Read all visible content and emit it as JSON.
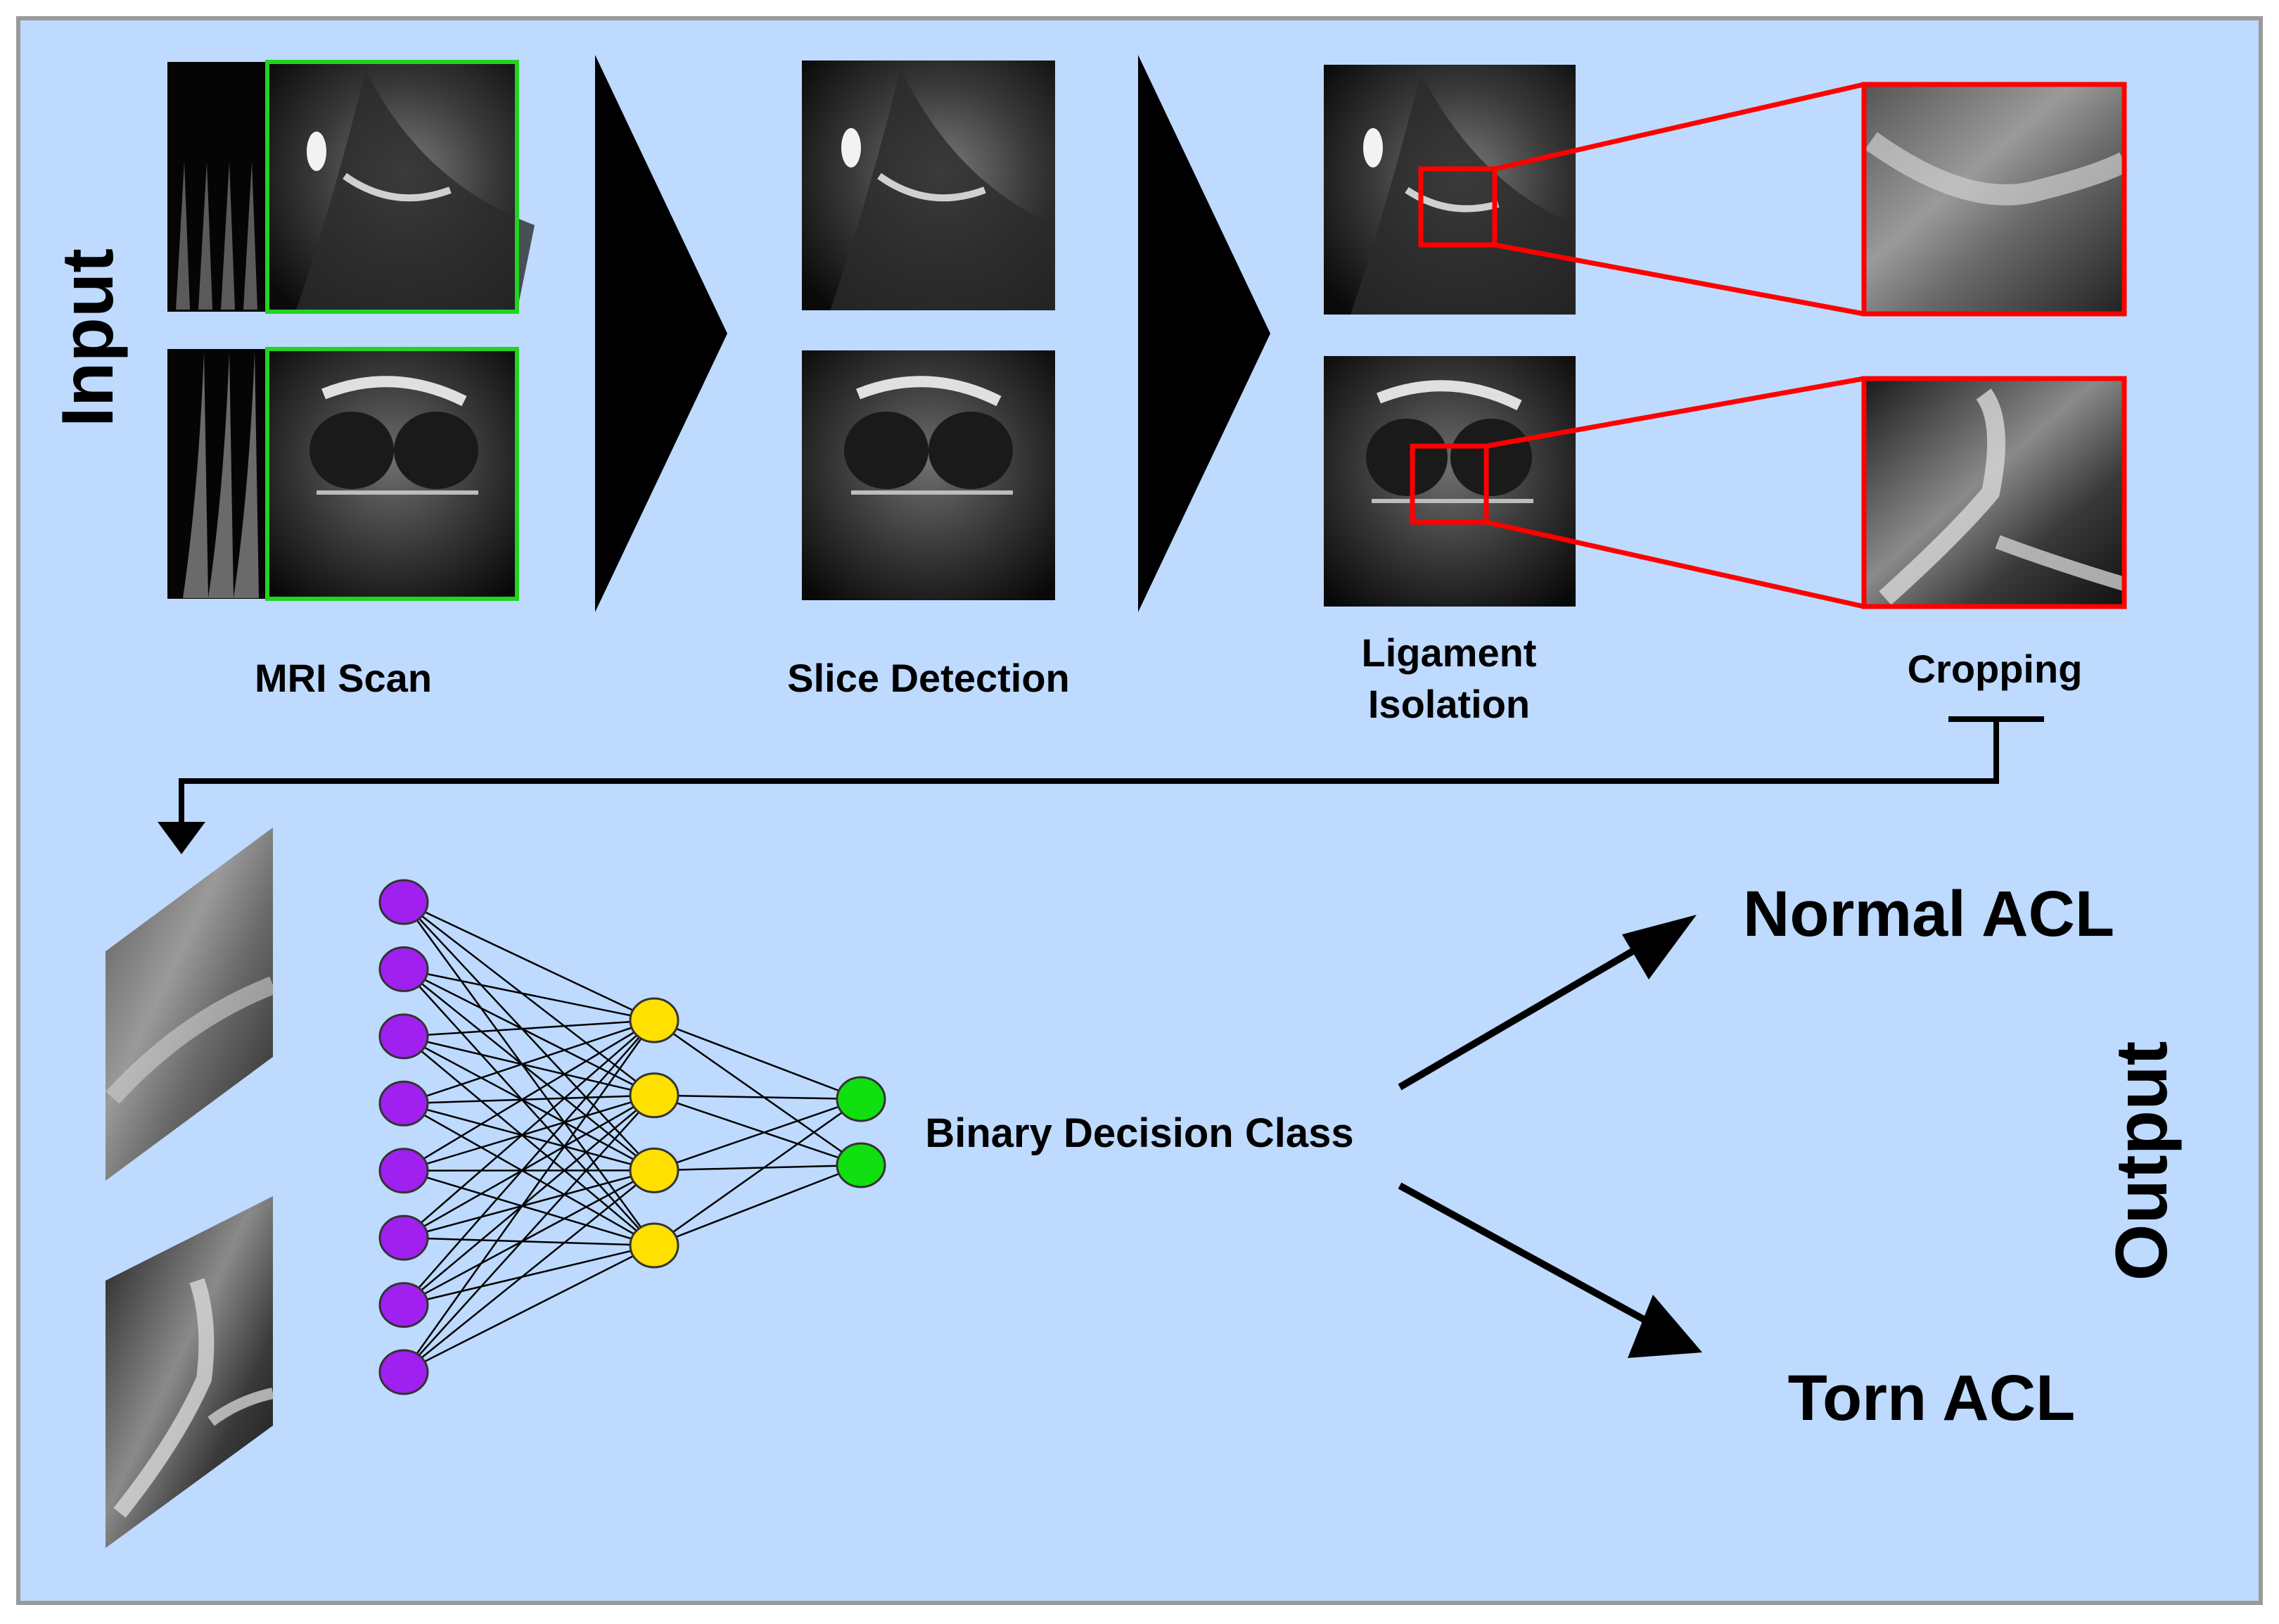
{
  "labels": {
    "input": "Input",
    "output": "Output",
    "mri_scan": "MRI Scan",
    "slice_detection": "Slice Detection",
    "ligament_line1": "Ligament",
    "ligament_line2": "Isolation",
    "cropping": "Cropping",
    "binary_decision": "Binary Decision Class",
    "normal_acl": "Normal ACL",
    "torn_acl": "Torn ACL"
  },
  "network": {
    "layers": [
      {
        "nodes": 8,
        "color": "#a020f0"
      },
      {
        "nodes": 4,
        "color": "#ffe000"
      },
      {
        "nodes": 2,
        "color": "#10e010"
      }
    ]
  },
  "colors": {
    "panel_background": "#bedaff",
    "selection_frame": "#22d322",
    "crop_frame": "#ff0000",
    "arrow": "#000000"
  }
}
